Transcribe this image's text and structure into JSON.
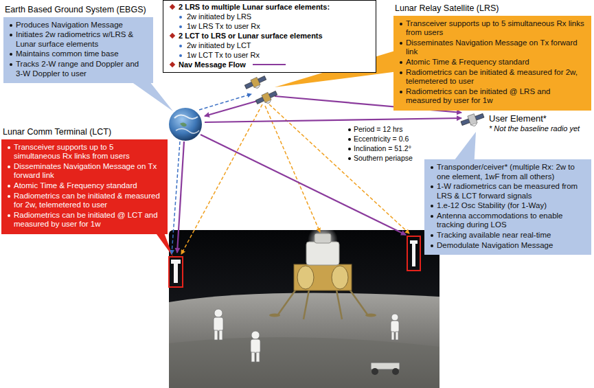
{
  "diagram": {
    "nodes": [
      {
        "text": [
          "2 LRS to multiple Lunar surface elements:",
          "2w initiated by LRS",
          "1w LRS Tx to user Rx",
          "2 LCT to LRS or Lunar surface elements",
          "2w initiated by LCT",
          "1w LCT Tx to user Rx"
        ]
      },
      {
        "text": [
          "Earth Based Ground System (EBGS)",
          "Produces Navigation Message",
          "Initiates 2w radiometrics w/LRS & Lunar surface elements",
          "Maintains common time base",
          "Tracks 2-W range and Doppler and 3-W Doppler to user"
        ]
      },
      {
        "text": [
          "Lunar Relay Satellite (LRS)",
          "Transceiver supports up to 5 simultaneous Rx links from users",
          "Disseminates Navigation Message on Tx forward link",
          "Atomic Time & Frequency standard",
          "Radiometrics can be initiated & measured for 2w, telemetered to user",
          "Radiometrics can be initiated @ LRS and measured by user for 1w"
        ]
      },
      {
        "text": [
          "Lunar Comm Terminal (LCT)",
          "Transceiver supports up to 5 simultaneous Rx links from users",
          "Disseminates Navigation Message on Tx forward link",
          "Atomic Time & Frequency standard",
          "Radiometrics can be initiated & measured for 2w, telemetered to user",
          "Radiometrics can be initiated @ LCT and measured by user for 1w"
        ]
      },
      {
        "text": [
          "Transponder/ceiver* (multiple Rx: 2w to one element, 1wF from all others)",
          "1-W radiometrics can be measured from LRS & LCT forward signals",
          "1.e-12 Osc Stability (for 1-Way)",
          "Antenna accommodations to enable tracking during LOS",
          "Tracking available near real-time",
          "Demodulate Navigation Message"
        ]
      }
    ],
    "labels": [
      "Period = 12 hrs",
      "Eccentricity = 0.6",
      "Inclination = 51.2°",
      "Southern periapse",
      "User Element*",
      "* Not the baseline radio yet"
    ],
    "legend": [
      {
        "text": "Nav Message Flow"
      }
    ]
  }
}
